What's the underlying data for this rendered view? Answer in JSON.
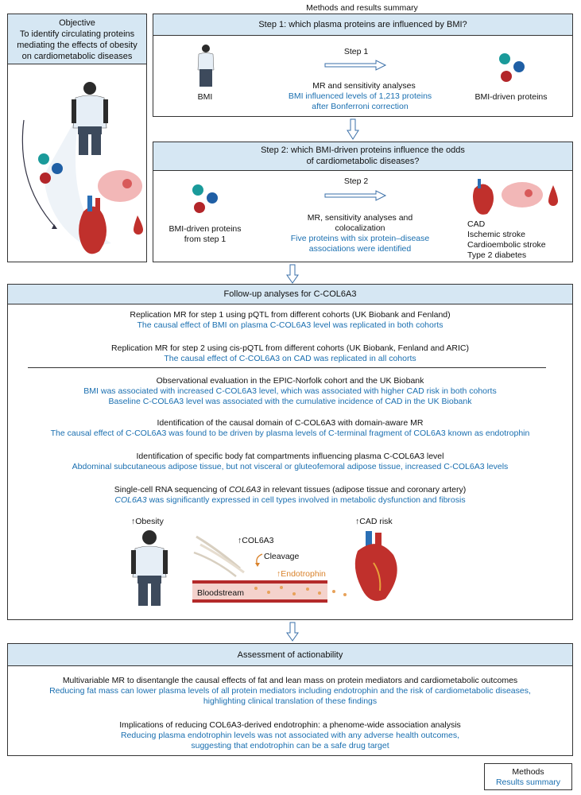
{
  "top_title": "Methods and results summary",
  "objective": {
    "heading": "Objective",
    "text": "To identify circulating proteins mediating the effects of obesity on cardiometabolic diseases"
  },
  "step1": {
    "header": "Step 1: which plasma proteins are influenced by BMI?",
    "left_label": "BMI",
    "arrow_label": "Step 1",
    "method": "MR and sensitivity analyses",
    "result": "BMI influenced levels of 1,213 proteins after Bonferroni correction",
    "right_label": "BMI-driven proteins"
  },
  "step2": {
    "header": "Step 2: which BMI-driven proteins influence the odds of cardiometabolic diseases?",
    "left_label": "BMI-driven proteins from step 1",
    "arrow_label": "Step 2",
    "method": "MR, sensitivity analyses and colocalization",
    "result": "Five proteins with six protein–disease associations were identified",
    "diseases": [
      "CAD",
      "Ischemic stroke",
      "Cardioembolic stroke",
      "Type 2 diabetes"
    ]
  },
  "followup": {
    "header": "Follow-up analyses for C-COL6A3",
    "items": [
      {
        "method": "Replication MR for step 1 using pQTL from different cohorts (UK Biobank and Fenland)",
        "results": [
          "The causal effect of BMI on plasma C-COL6A3 level was replicated in both cohorts"
        ]
      },
      {
        "method": "Replication MR for step 2 using cis-pQTL from different cohorts (UK Biobank, Fenland and ARIC)",
        "results": [
          "The causal effect of C-COL6A3 on CAD was replicated in all cohorts"
        ]
      },
      {
        "method": "Observational evaluation in the EPIC-Norfolk cohort and the UK Biobank",
        "results": [
          "BMI was associated with increased C-COL6A3 level, which was associated with higher CAD risk in both cohorts",
          "Baseline C-COL6A3 level was associated with the cumulative incidence of CAD in the UK Biobank"
        ]
      },
      {
        "method": "Identification of the causal domain of C-COL6A3 with domain-aware MR",
        "results": [
          "The causal effect of C-COL6A3 was found to be driven by plasma levels of C-terminal fragment of COL6A3 known as endotrophin"
        ]
      },
      {
        "method": "Identification of specific body fat compartments influencing plasma C-COL6A3 level",
        "results": [
          "Abdominal subcutaneous adipose tissue, but not visceral or gluteofemoral adipose tissue, increased C-COL6A3 levels"
        ]
      }
    ],
    "scrna": {
      "method_pre": "Single-cell RNA sequencing of ",
      "method_gene": "COL6A3",
      "method_post": " in relevant tissues (adipose tissue and coronary artery)",
      "result_gene": "COL6A3",
      "result_post": " was significantly expressed in cell types involved in metabolic dysfunction and fibrosis"
    },
    "illustration": {
      "obesity": "↑Obesity",
      "col6a3": "↑COL6A3",
      "cleavage": "Cleavage",
      "endotrophin": "↑Endotrophin",
      "bloodstream": "Bloodstream",
      "cad_risk": "↑CAD risk"
    }
  },
  "actionability": {
    "header": "Assessment of actionability",
    "items": [
      {
        "method": "Multivariable MR to disentangle the causal effects of fat and lean mass on protein mediators and cardiometabolic outcomes",
        "results": [
          "Reducing fat mass can lower plasma levels of all protein mediators including endotrophin and the risk of cardiometabolic diseases,",
          "highlighting clinical translation of these findings"
        ]
      },
      {
        "method": "Implications of reducing COL6A3-derived endotrophin: a phenome-wide association analysis",
        "results": [
          "Reducing plasma endotrophin levels was not associated with any adverse health outcomes,",
          "suggesting that endotrophin can be a safe drug target"
        ]
      }
    ]
  },
  "legend": {
    "methods": "Methods",
    "results": "Results summary"
  },
  "colors": {
    "header_fill": "#d6e7f3",
    "result_text": "#1a6fb0",
    "endotrophin": "#d9822b",
    "arrow": "#3a6fa8"
  }
}
